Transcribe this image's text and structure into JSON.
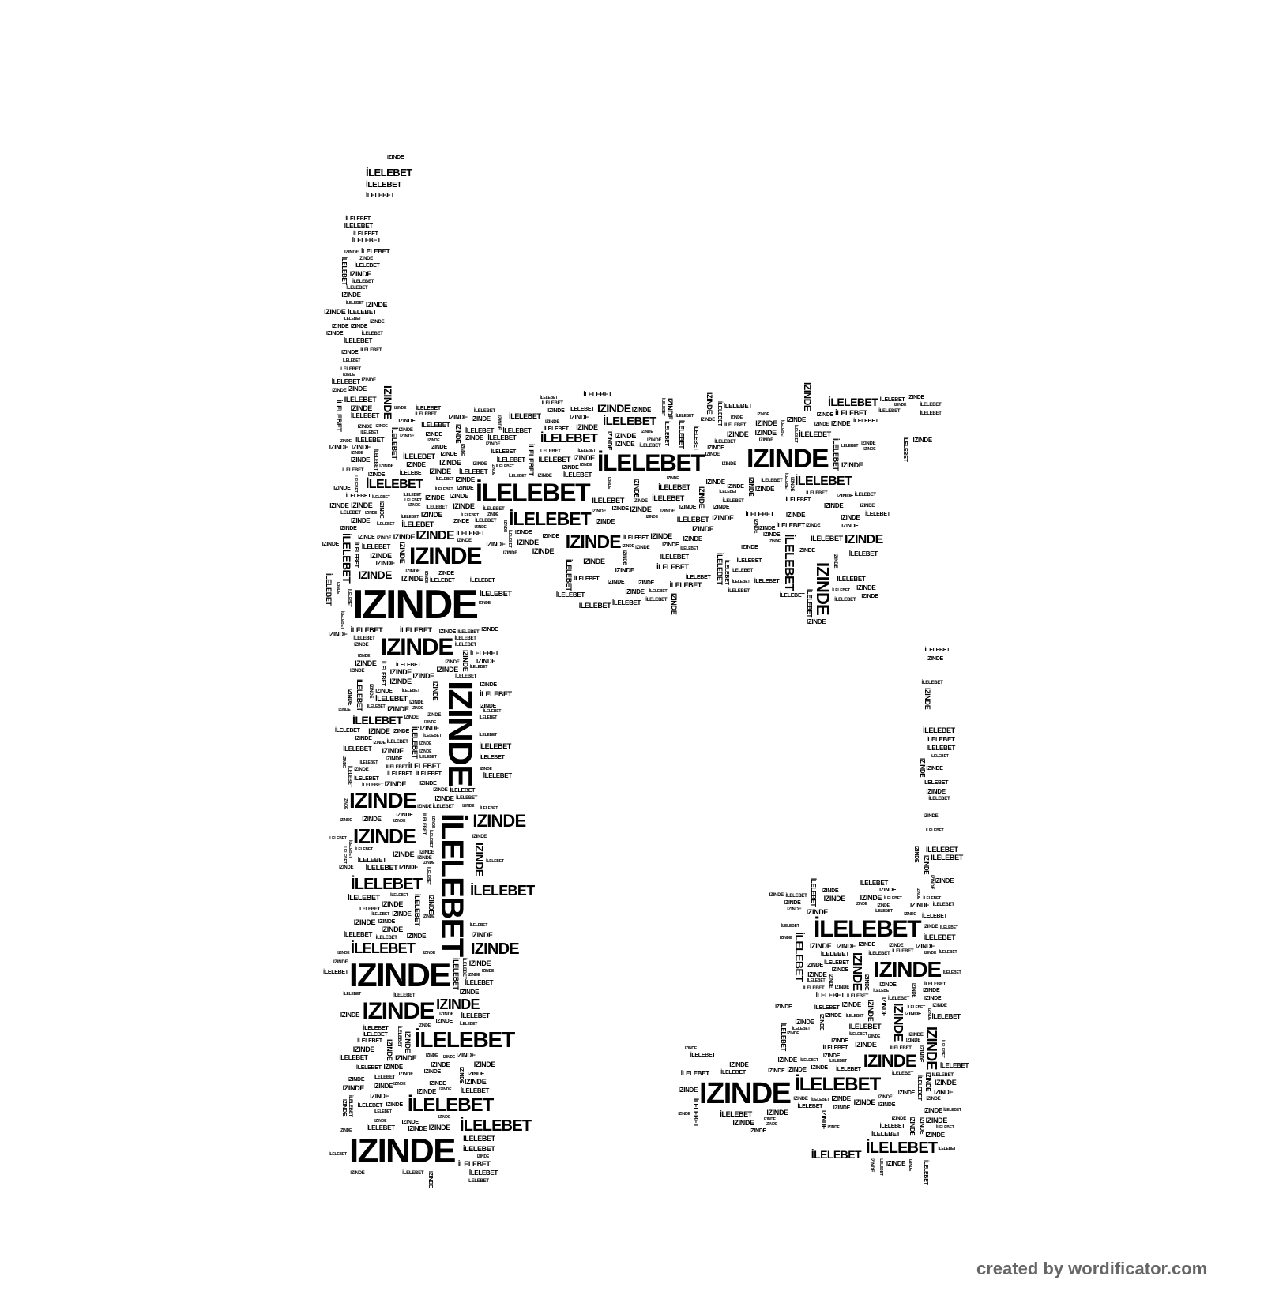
{
  "words": [
    "İLELEBET",
    "IZINDE"
  ],
  "credit": "created by wordificator.com"
}
